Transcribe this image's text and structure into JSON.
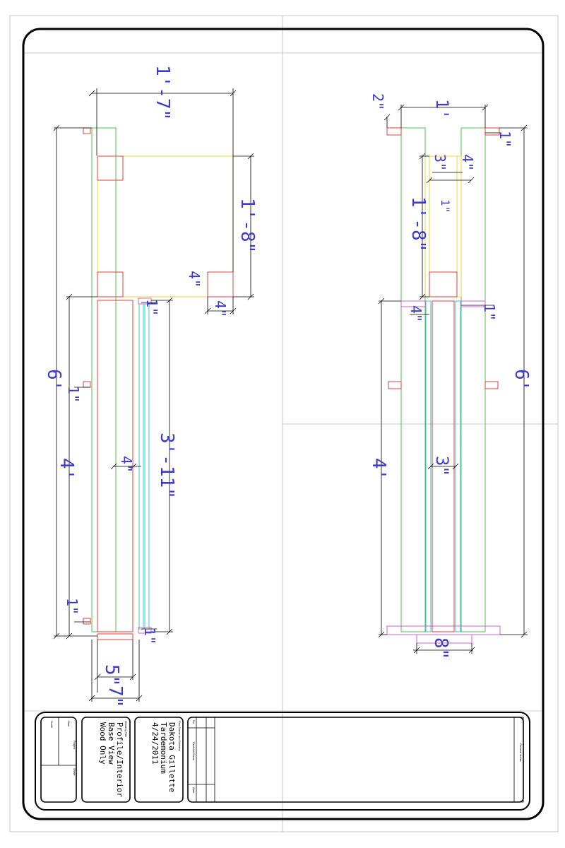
{
  "colors": {
    "border": "#000000",
    "guide": "#b8b8b8",
    "red": "#e0403a",
    "green": "#4cc24c",
    "yellow": "#e8d83a",
    "cyan": "#3ec7d8",
    "magenta": "#d060c8",
    "dim_line": "#000000",
    "dim_text": "#3c3ccc"
  },
  "drawing": {
    "left_view": {
      "dims": {
        "top_width": "1'-7\"",
        "upper_height": "1'-8\"",
        "small_left": "4\"",
        "small_bottom": "4\"",
        "overall_height": "6'",
        "base_height": "4'",
        "one_inch_a": "1\"",
        "one_inch_b": "1\"",
        "one_inch_c": "1\"",
        "one_inch_d": "1\"",
        "inner_four": "4\"",
        "inner_height": "3'-11\"",
        "bottom_width": "5\"",
        "bottom_seven": "7\""
      }
    },
    "right_view": {
      "dims": {
        "top_two": "2\"",
        "top_width": "1'",
        "right_one_a": "1\"",
        "four_a": "4\"",
        "three_a": "3\"",
        "upper_height": "1'-8\"",
        "one_inch_mid": "1\"",
        "four_b": "4\"",
        "right_one_b": "1\"",
        "overall_height": "6'",
        "base_height": "4'",
        "three_b": "3\"",
        "bottom_eight": "8\""
      }
    }
  },
  "title_block": {
    "labels": {
      "scale": "Scale",
      "date": "Date",
      "project": "Project",
      "sheet": "Sheet",
      "drawing_title_label": "Drawing Title",
      "firm_label": "Firm Name and Address",
      "no": "No.",
      "revision": "Revision/Issue",
      "date_col": "Date",
      "general_notes": "General Notes"
    },
    "drawing_title": [
      "Profile/Interior",
      "Base View",
      "Wood Only"
    ],
    "firm_lines": [
      "Dakota Gillette",
      "Tardemonium",
      "4/24/2011"
    ]
  }
}
